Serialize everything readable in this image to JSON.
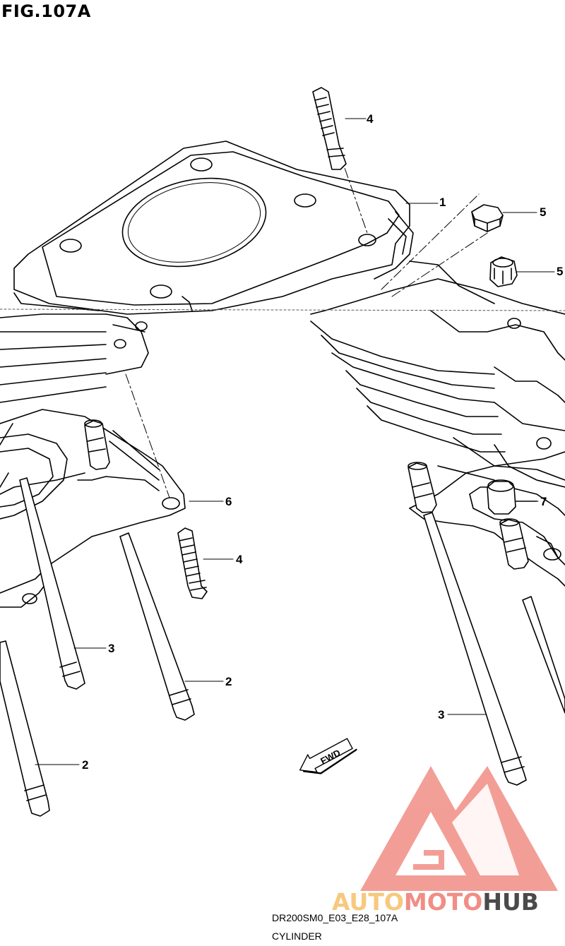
{
  "figure": {
    "title": "FIG.107A"
  },
  "callouts": [
    {
      "number": "4"
    },
    {
      "number": "1"
    },
    {
      "number": "5"
    },
    {
      "number": "5"
    },
    {
      "number": "6"
    },
    {
      "number": "7"
    },
    {
      "number": "4"
    },
    {
      "number": "3"
    },
    {
      "number": "2"
    },
    {
      "number": "3"
    },
    {
      "number": "2"
    }
  ],
  "direction_arrow": {
    "label": "FWD"
  },
  "footer": {
    "model_code": "DR200SM0_E03_E28_107A",
    "part_name": "CYLINDER"
  },
  "watermark": {
    "part1": "AUTO",
    "part2": "MOTO",
    "part3": "HUB",
    "colors": {
      "auto": "#f7c87e",
      "moto": "#f08e86",
      "hub": "#4a4a4a",
      "logo": "#f08e86"
    }
  }
}
